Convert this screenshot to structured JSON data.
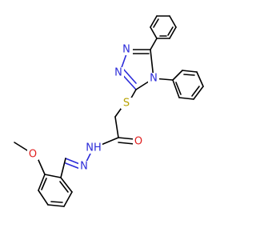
{
  "molecule": {
    "atoms": {
      "n_triazole_top_left": "N",
      "n_triazole_left": "N",
      "n_triazole_right": "N",
      "sulfur": "S",
      "carbonyl_oxygen": "O",
      "hydrazide_nh": "NH",
      "imine_n": "N",
      "methoxy_oxygen": "O"
    }
  },
  "colors": {
    "nitrogen": "#2b2bd9",
    "oxygen": "#e01e1e",
    "sulfur": "#b8a300",
    "carbon_bond": "#000000"
  }
}
